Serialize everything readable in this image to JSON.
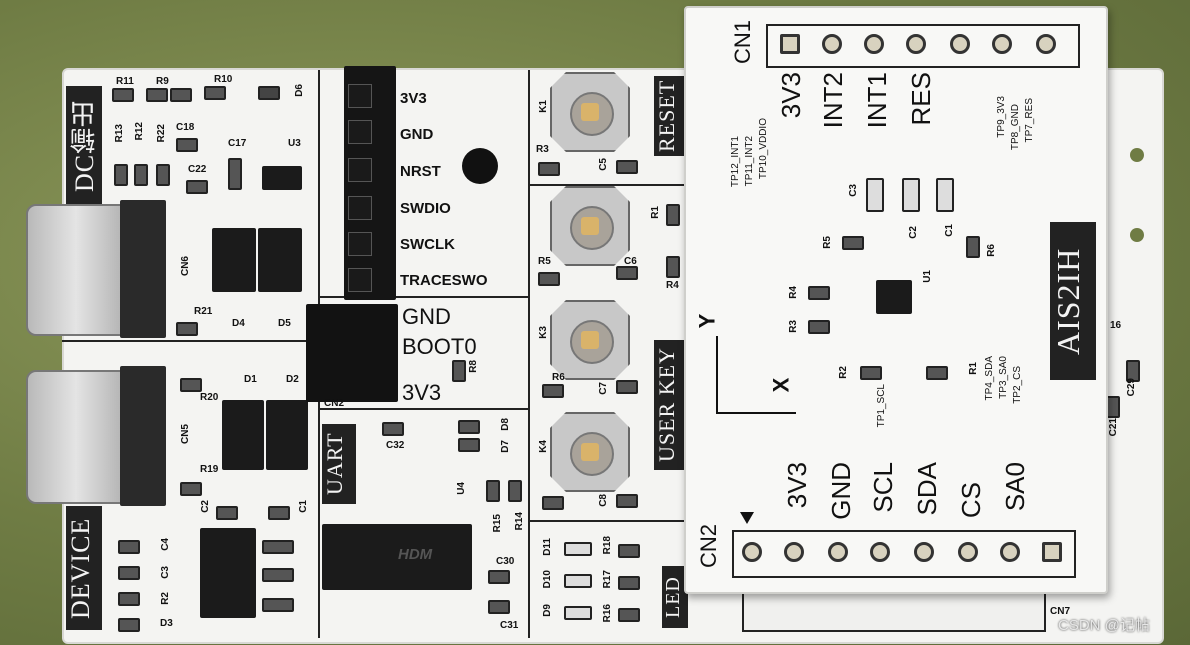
{
  "main_board": {
    "header_labels": [
      "3V3",
      "GND",
      "NRST",
      "SWDIO",
      "SWCLK",
      "TRACESWO"
    ],
    "jumper_labels": [
      "GND",
      "BOOT0",
      "3V3"
    ],
    "section_labels": {
      "dc": "DC输出",
      "device": "DEVICE",
      "uart": "UART",
      "reset": "RESET",
      "user_key": "USER KEY",
      "led": "LED"
    },
    "refs": {
      "r11": "R11",
      "r9": "R9",
      "r10": "R10",
      "d6": "D6",
      "r13": "R13",
      "r12": "R12",
      "r22": "R22",
      "c18": "C18",
      "c17": "C17",
      "u3": "U3",
      "c22": "C22",
      "cn6": "CN6",
      "r21": "R21",
      "d4": "D4",
      "d5": "D5",
      "cn5": "CN5",
      "r20": "R20",
      "d1": "D1",
      "d2": "D2",
      "r19": "R19",
      "c1": "C1",
      "c2": "C2",
      "c4": "C4",
      "c3": "C3",
      "r2": "R2",
      "d3": "D3",
      "cn2_main": "CN2",
      "r8": "R8",
      "c32": "C32",
      "d7": "D7",
      "d8": "D8",
      "u4": "U4",
      "r14": "R14",
      "r15": "R15",
      "c30": "C30",
      "c31": "C31",
      "chip_mark": "HDM",
      "k1": "K1",
      "r3": "R3",
      "c5": "C5",
      "r1": "R1",
      "r5": "R5",
      "c6": "C6",
      "r4": "R4",
      "k3": "K3",
      "r6": "R6",
      "c7": "C7",
      "k4": "K4",
      "c8": "C8",
      "d11": "D11",
      "d10": "D10",
      "d9": "D9",
      "r18": "R18",
      "r17": "R17",
      "r16": "R16",
      "cn7": "CN7",
      "c21": "C21",
      "c29": "C29",
      "r16b": "16"
    }
  },
  "sensor_board": {
    "title": "AIS2IH",
    "cn1": "CN1",
    "cn2": "CN2",
    "top_pins": [
      "3V3",
      "INT2",
      "INT1",
      "RES"
    ],
    "bottom_pins": [
      "3V3",
      "GND",
      "SCL",
      "SDA",
      "CS",
      "SA0"
    ],
    "tp_left": [
      "TP12_INT1",
      "TP11_INT2",
      "TP10_VDDIO"
    ],
    "tp_right": [
      "TP9_3V3",
      "TP8_GND",
      "TP7_RES"
    ],
    "tp_bottom_right": [
      "TP4_SDA",
      "TP3_SA0",
      "TP2_CS"
    ],
    "tp_scl": "TP1_SCL",
    "refs": [
      "C3",
      "C2",
      "C1",
      "R5",
      "R6",
      "R4",
      "U1",
      "R3",
      "R2",
      "R1"
    ],
    "axes": {
      "x": "X",
      "y": "Y"
    }
  },
  "watermark": "CSDN @记帖"
}
